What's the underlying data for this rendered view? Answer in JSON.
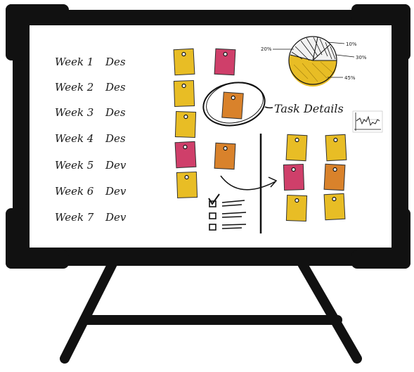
{
  "board": {
    "schedule": [
      {
        "week": "Week 1",
        "role": "Des"
      },
      {
        "week": "Week 2",
        "role": "Des"
      },
      {
        "week": "Week 3",
        "role": "Des"
      },
      {
        "week": "Week 4",
        "role": "Des"
      },
      {
        "week": "Week 5",
        "role": "Dev"
      },
      {
        "week": "Week 6",
        "role": "Dev"
      },
      {
        "week": "Week 7",
        "role": "Dev"
      }
    ],
    "task_details_label": "Task Details",
    "pie_labels": {
      "left": "20%",
      "top_right": "10%",
      "mid_right": "30%",
      "bottom_right": "45%"
    }
  },
  "colors": {
    "frame": "#111111",
    "board": "#ffffff",
    "yellow": "#e8bd25",
    "pink": "#cf3f6a",
    "orange": "#d9822b"
  }
}
